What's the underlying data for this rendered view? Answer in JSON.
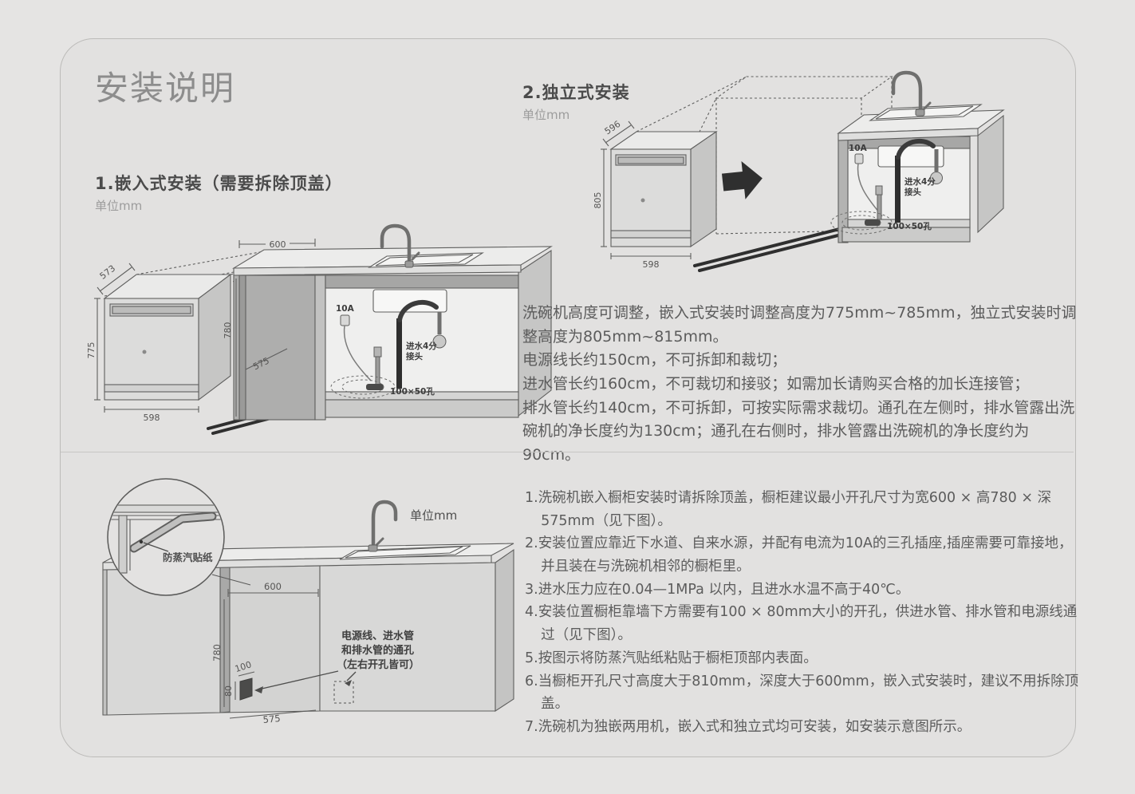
{
  "page": {
    "title": "安装说明"
  },
  "section_embedded": {
    "heading": "1.嵌入式安装（需要拆除顶盖）",
    "unit": "单位mm"
  },
  "section_freestanding": {
    "heading": "2.独立式安装",
    "unit": "单位mm"
  },
  "diagram_embedded": {
    "dishwasher_top_width": "573",
    "dishwasher_height": "775",
    "dishwasher_bottom_width": "598",
    "opening_width": "600",
    "opening_height": "780",
    "opening_depth": "575",
    "socket": "10A",
    "inlet_line1": "进水4分",
    "inlet_line2": "接头",
    "floor_hole": "100×50孔"
  },
  "diagram_freestanding": {
    "dishwasher_top_width": "596",
    "dishwasher_height": "805",
    "dishwasher_bottom_width": "598",
    "socket": "10A",
    "inlet_line1": "进水4分",
    "inlet_line2": "接头",
    "floor_hole": "100×50孔"
  },
  "height_notes": {
    "p1": "洗碗机高度可调整，嵌入式安装时调整高度为775mm~785mm，独立式安装时调整高度为805mm~815mm。",
    "p2": "电源线长约150cm，不可拆卸和裁切；",
    "p3": "进水管长约160cm，不可裁切和接驳；如需加长请购买合格的加长连接管；",
    "p4": "排水管长约140cm，不可拆卸，可按实际需求裁切。通孔在左侧时，排水管露出洗碗机的净长度约为130cm；通孔在右侧时，排水管露出洗碗机的净长度约为90cm。"
  },
  "diagram_cutout": {
    "unit": "单位mm",
    "sticker": "防蒸汽贴纸",
    "opening_width": "600",
    "opening_height": "780",
    "hole_width": "100",
    "hole_height": "80",
    "opening_depth": "575",
    "note_line1": "电源线、进水管",
    "note_line2": "和排水管的通孔",
    "note_line3": "（左右开孔皆可）"
  },
  "install_notes": {
    "items": [
      "1.洗碗机嵌入橱柜安装时请拆除顶盖，橱柜建议最小开孔尺寸为宽600 × 高780 × 深575mm（见下图）。",
      "2.安装位置应靠近下水道、自来水源，并配有电流为10A的三孔插座,插座需要可靠接地，并且装在与洗碗机相邻的橱柜里。",
      "3.进水压力应在0.04—1MPa 以内，且进水水温不高于40℃。",
      "4.安装位置橱柜靠墙下方需要有100 × 80mm大小的开孔，供进水管、排水管和电源线通过（见下图）。",
      "5.按图示将防蒸汽贴纸粘贴于橱柜顶部内表面。",
      "6.当橱柜开孔尺寸高度大于810mm，深度大于600mm，嵌入式安装时，建议不用拆除顶盖。",
      "7.洗碗机为独嵌两用机，嵌入式和独立式均可安装，如安装示意图所示。"
    ]
  },
  "colors": {
    "page_bg": "#e5e4e3",
    "card_bg": "#e2e1e0",
    "card_border": "#bcbbb9",
    "divider": "#c7c6c4",
    "title_text": "#8d8d8d",
    "heading_text": "#4b4b4b",
    "body_text": "#5c5c5c",
    "muted_text": "#9c9c9c",
    "stroke": "#5f5f5e",
    "arrow_fill": "#2f2f2f"
  }
}
